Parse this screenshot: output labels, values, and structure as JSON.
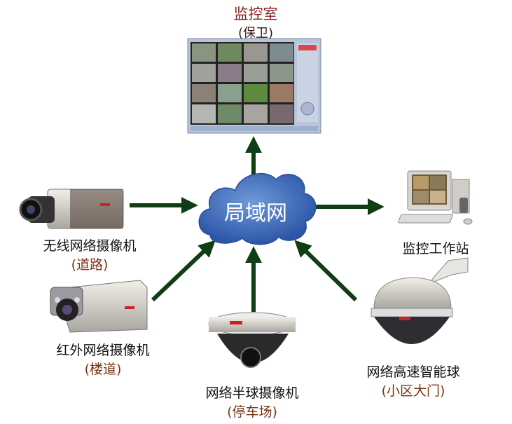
{
  "control_room": {
    "title": "监控室",
    "subtitle": "(保卫)"
  },
  "network": {
    "label": "局域网"
  },
  "nodes": [
    {
      "name": "无线网络摄像机",
      "location": "(道路)"
    },
    {
      "name": "红外网络摄像机",
      "location": "(楼道)"
    },
    {
      "name": "网络半球摄像机",
      "location": "(停车场)"
    },
    {
      "name": "网络高速智能球",
      "location": "(小区大门)"
    },
    {
      "name": "监控工作站"
    }
  ],
  "colors": {
    "arrow": "#0f3d14",
    "title": "#8b1c1c",
    "subtitle": "#7a3414",
    "cloud": "#3f6fc0"
  }
}
